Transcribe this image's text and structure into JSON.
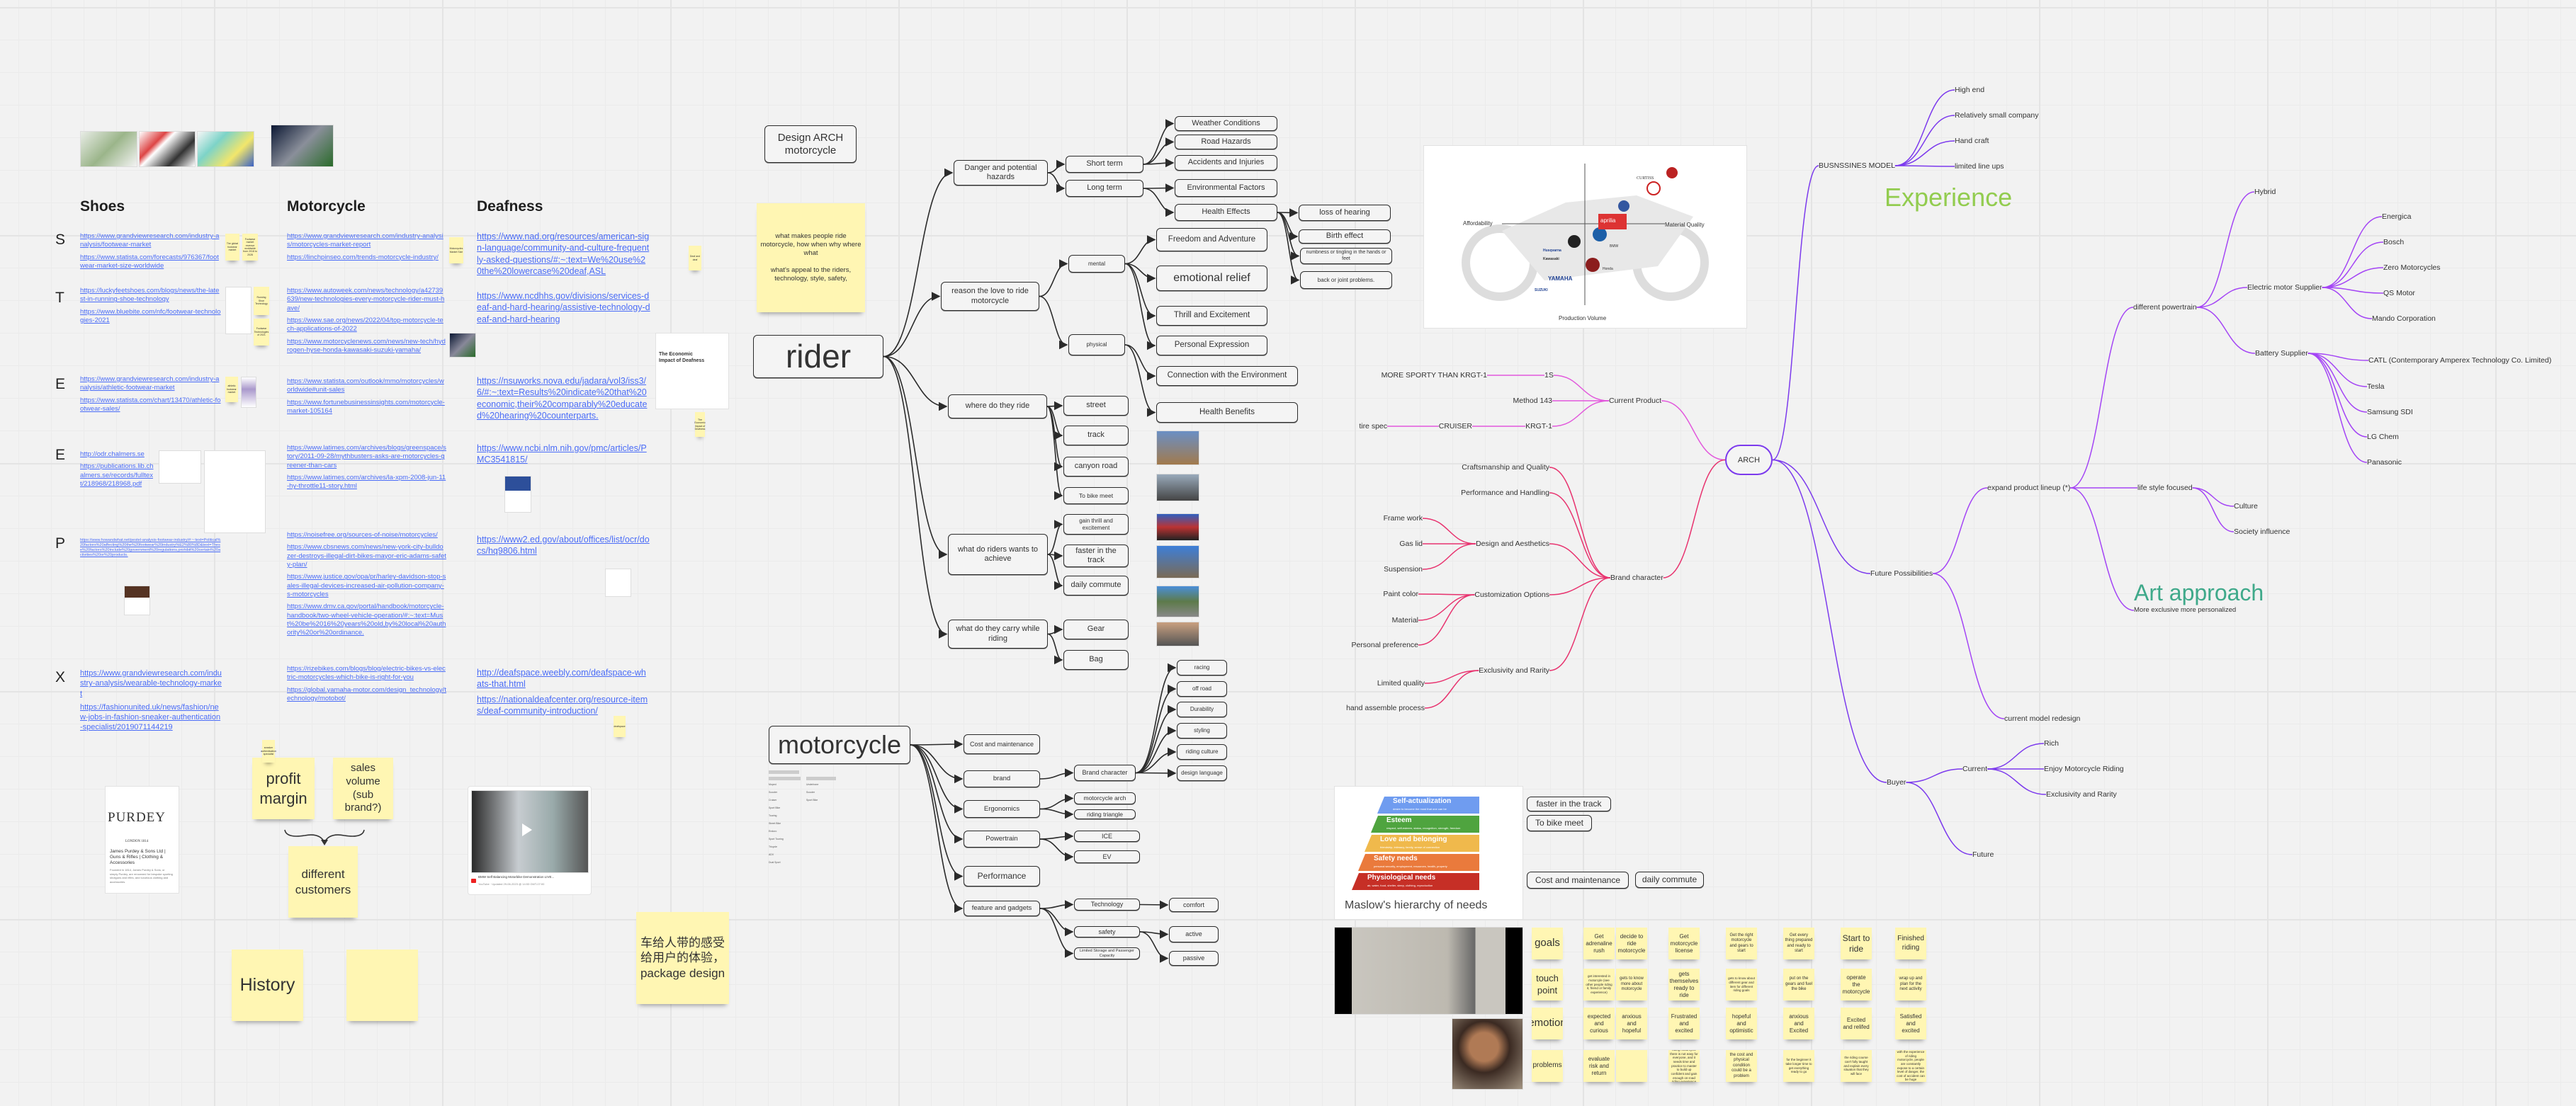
{
  "top_images": [
    "shoe-planter-photo",
    "sneaker-accessories-photo",
    "colorful-sneaker-photo",
    "hydrogen-motorcycle-photo"
  ],
  "research": {
    "row_letters": [
      "S",
      "T",
      "E",
      "E",
      "P",
      "X"
    ],
    "columns": [
      {
        "heading": "Shoes",
        "rows": [
          [
            "https://www.grandviewresearch.com/industry-analysis/footwear-market",
            "https://www.statista.com/forecasts/976367/footwear-market-size-worldwide"
          ],
          [
            "https://luckyfeetshoes.com/blogs/news/the-latest-in-running-shoe-technology",
            "https://www.bluebite.com/nfc/footwear-technologies-2021"
          ],
          [
            "https://www.grandviewresearch.com/industry-analysis/athletic-footwear-market",
            "https://www.statista.com/chart/13470/athletic-footwear-sales/"
          ],
          [
            "http://odr.chalmers.se",
            "https://publications.lib.chalmers.se/records/fulltext/218968/218968.pdf"
          ],
          [
            "https://www.howandwhat.net/pestel-analysis-footwear-industry/#:~:text=Political%20factors%20affecting%20the%20footwear%20industry%E2%80%8D&text=These%20factors%20include%20government%20regulations,prohibit%20certain%20activities%20or%20products."
          ],
          [
            "https://www.grandviewresearch.com/industry-analysis/wearable-technology-market",
            "https://fashionunited.uk/news/fashion/new-jobs-in-fashion-sneaker-authentication-specialist/2019071144219"
          ]
        ]
      },
      {
        "heading": "Motorcycle",
        "rows": [
          [
            "https://www.grandviewresearch.com/industry-analysis/motorcycles-market-report",
            "https://linchpinseo.com/trends-motorcycle-industry/"
          ],
          [
            "https://www.autoweek.com/news/technology/a42739639/new-technologies-every-motorcycle-rider-must-have/",
            "https://www.sae.org/news/2022/04/top-motorcycle-tech-applications-of-2022",
            "https://www.motorcyclenews.com/news/new-tech/hydrogen-hyse-honda-kawasaki-suzuki-yamaha/"
          ],
          [
            "https://www.statista.com/outlook/mmo/motorcycles/worldwide#unit-sales",
            "https://www.fortunebusinessinsights.com/motorcycle-market-105164"
          ],
          [
            "https://www.latimes.com/archives/blogs/greenspace/story/2011-09-28/mythbusters-asks-are-motorcycles-greener-than-cars",
            "https://www.latimes.com/archives/la-xpm-2008-jun-11-hy-throttle11-story.html"
          ],
          [
            "https://noisefree.org/sources-of-noise/motorcycles/",
            "https://www.cbsnews.com/news/new-york-city-bulldozer-destroys-illegal-dirt-bikes-mayor-eric-adams-safety-plan/",
            "https://www.justice.gov/opa/pr/harley-davidson-stop-sales-illegal-devices-increased-air-pollution-company-s-motorcycles",
            "https://www.dmv.ca.gov/portal/handbook/motorcycle-handbook/two-wheel-vehicle-operation/#:~:text=Must%20be%2016%20years%20old,by%20local%20authority%20or%20ordinance."
          ],
          [
            "https://rizebikes.com/blogs/blog/electric-bikes-vs-electric-motorcycles-which-bike-is-right-for-you",
            "https://global.yamaha-motor.com/design_technology/technology/motobot/"
          ]
        ]
      },
      {
        "heading": "Deafness",
        "rows": [
          [
            "https://www.nad.org/resources/american-sign-language/community-and-culture-frequently-asked-questions/#:~:text=We%20use%20the%20lowercase%20deaf,ASL"
          ],
          [
            "https://www.ncdhhs.gov/divisions/services-deaf-and-hard-hearing/assistive-technology-deaf-and-hard-hearing"
          ],
          [
            "https://nsuworks.nova.edu/jadara/vol3/iss3/6/#:~:text=Results%20indicate%20that%20economic,their%20comparably%20educated%20hearing%20counterparts."
          ],
          [
            "https://www.ncbi.nlm.nih.gov/pmc/articles/PMC3541815/"
          ],
          [
            "https://www2.ed.gov/about/offices/list/ocr/docs/hq9806.html"
          ],
          [
            "http://deafspace.weebly.com/deafspace-whats-that.html",
            "https://nationaldeafcenter.org/resource-items/deaf-community-introduction/"
          ]
        ]
      }
    ],
    "notes": [
      "The global footwear market",
      "Footwear market revenue worldwide from 2018 to 2028",
      "Running Shoe Technology",
      "Footwear Technologies of 2021",
      "athletic footwear market",
      "Motorcycles Market Size",
      "Deaf and deaf",
      "The Economic Impact of Deafness",
      "sneaker authentication specialist",
      "deafspace"
    ],
    "doc_title": "The Economic Impact of Deafness"
  },
  "stickies": {
    "rider_question": "what makes people ride motorcycle, how when why where what\n\nwhat's appeal to the riders, technology, style, safety,",
    "profit": "profit margin",
    "sales": "sales volume (sub brand?)",
    "customers": "different customers",
    "history": "History",
    "blank": "",
    "chinese": "车给人带的感受给用户的体验，package design"
  },
  "purdey": {
    "logo": "PURDEY",
    "sub": "LONDON 1814",
    "title": "James Purdey & Sons Ltd | Guns & Rifles | Clothing & Accessories",
    "desc": "Founded in 1814, James Purdey & Sons, or simply Purdey, are renowned for bespoke sporting shotguns and rifles, and luxurious clothing and accessories."
  },
  "video_card": {
    "title": "BMW Self Balancing Motorbike Demonstration LIVE...",
    "meta": "YouTube · Updated 29-06-2023 @ 14:53 GMT-07:00"
  },
  "rm": {
    "design": "Design ARCH motorcycle",
    "root": "rider",
    "danger": "Danger and potential hazards",
    "short": "Short term",
    "long": "Long term",
    "weather": "Weather Conditions",
    "road": "Road Hazards",
    "accidents": "Accidents and Injuries",
    "environmental": "Environmental Factors",
    "health_effects": "Health Effects",
    "loss": "loss of hearing",
    "birth": "Birth effect",
    "numbness": "numbness or tingling in the hands or feet",
    "back": "back or joint problems.",
    "reason": "reason the love to ride motorcycle",
    "mental": "mental",
    "physical": "physical",
    "freedom": "Freedom and Adventure",
    "emotional": "emotional relief",
    "thrill": "Thrill and Excitement",
    "expression": "Personal Expression",
    "connection": "Connection with the Environment",
    "benefits": "Health Benefits",
    "where": "where do they ride",
    "street": "street",
    "track": "track",
    "canyon": "canyon road",
    "bikemeet": "To bike meet",
    "achieve": "what do riders wants to achieve",
    "gain": "gain thrill and excitement",
    "faster": "faster in the track",
    "daily": "daily commute",
    "carry": "what do they carry while riding",
    "gear": "Gear",
    "bag": "Bag"
  },
  "mm": {
    "root": "motorcycle",
    "cost": "Cost and maintenance",
    "brand": "brand",
    "ergonomics": "Ergonomics",
    "powertrain": "Powertrain",
    "performance": "Performance",
    "feature": "feature and gadgets",
    "brand_character": "Brand character",
    "racing": "racing",
    "offroad": "off road",
    "durability": "Durability",
    "styling": "styling",
    "culture": "riding culture",
    "language": "design language",
    "arch": "motorcycle arch",
    "triangle": "riding triangle",
    "ice": "ICE",
    "ev": "EV",
    "technology": "Technology",
    "safety": "safety",
    "storage": "Limited Storage and Passenger Capacity",
    "comfort": "comfort",
    "active": "active",
    "passive": "passive",
    "types_a": [
      "Moped",
      "Scooter",
      "Cruiser",
      "Sport Bike",
      "Touring",
      "Street Bike",
      "Enduro",
      "Sport Touring",
      "Tricycle",
      "ADV",
      "Dual Sport"
    ],
    "types_b": [
      "Underbone",
      "Scooter",
      "Sport Bike"
    ]
  },
  "extra": {
    "faster": "faster in the track",
    "bikemeet": "To bike meet",
    "cost": "Cost and maintenance",
    "daily": "daily commute"
  },
  "positioning": {
    "left": "Affordability",
    "right": "Material Quality",
    "bottom": "Production Volume",
    "brands": [
      "CURTISS",
      "YAMAHA",
      "SUZUKI",
      "aprilia",
      "BMW",
      "Honda",
      "Husqvarna",
      "Kawasaki"
    ]
  },
  "arch": {
    "root": "ARCH",
    "bm": "BUSNSSINES MODEL",
    "high": "High end",
    "small": "Relatively small company",
    "hand_craft": "Hand craft",
    "limited_line": "limited line ups",
    "experience": "Experience",
    "cp": "Current Product",
    "p15": "1S",
    "method": "Method 143",
    "krgt": "KRGT-1",
    "sporty": "MORE SPORTY THAN KRGT-1",
    "cruiser": "CRUISER",
    "tire": "tire spec",
    "bc": "Brand character",
    "craft": "Craftsmanship and Quality",
    "perf": "Performance and Handling",
    "design": "Design and Aesthetics",
    "custom": "Customization Options",
    "excl": "Exclusivity and Rarity",
    "frame": "Frame work",
    "gas": "Gas lid",
    "susp": "Suspension",
    "paint": "Paint color",
    "material": "Material",
    "pref": "Personal preference",
    "limited": "Limited quality",
    "hand": "hand assemble process",
    "fp": "Future Possibilities",
    "epl": "expand product lineup (*)",
    "cmr": "current model redesign",
    "dp": "different powertrain",
    "hybrid": "Hybrid",
    "ems": "Electric motor Supplier",
    "bs": "Battery Supplier",
    "energica": "Energica",
    "bosch": "Bosch",
    "zero": "Zero Motorcycles",
    "qs": "QS Motor",
    "mando": "Mando Corporation",
    "catl": "CATL (Contemporary Amperex Technology Co. Limited)",
    "tesla": "Tesla",
    "samsung": "Samsung SDI",
    "lg": "LG Chem",
    "panasonic": "Panasonic",
    "lsf": "life style focused",
    "culture": "Culture",
    "society": "Society influence",
    "art": "Art approach",
    "art_sub": "More exclusive more personalized",
    "buyer": "Buyer",
    "current": "Current",
    "future": "Future",
    "rich": "Rich",
    "enjoy": "Enjoy Motorcycle Riding",
    "excl2": "Exclusivity and Rarity"
  },
  "maslow": {
    "title": "Maslow's hierarchy of needs",
    "levels": [
      {
        "name": "Self-actualization",
        "desc": "desire to become the most that one can be",
        "color": "#6f9cf0"
      },
      {
        "name": "Esteem",
        "desc": "respect, self-esteem, status, recognition, strength, freedom",
        "color": "#4fa43f"
      },
      {
        "name": "Love and belonging",
        "desc": "friendship, intimacy, family, sense of connection",
        "color": "#f0b94c"
      },
      {
        "name": "Safety needs",
        "desc": "personal security, employment, resources, health, property",
        "color": "#ea7a3c"
      },
      {
        "name": "Physiological needs",
        "desc": "air, water, food, shelter, sleep, clothing, reproduction",
        "color": "#c62f26"
      }
    ]
  },
  "journey": [
    [
      "goals",
      "Get adrenaline rush",
      "decide to ride motorcycle",
      "Get motorcycle license",
      "Get the right motorcycle and gears to start",
      "Get every thing prepared and ready to start",
      "Start to ride",
      "Finished riding"
    ],
    [
      "touch point",
      "get interested in motorcyle (see other people riding it, friend or family experience)",
      "gets to know more about motorcycle",
      "gets themselves ready to ride",
      "gets to know about different gear and item for different riding goals",
      "put on the gears and fuel the bike",
      "operate the motorcycle",
      "wrap up and plan for the next activity"
    ],
    [
      "emotion",
      "expected and curious",
      "anxious and hopeful",
      "Frustrated and excited",
      "hopeful and optimistic",
      "anxious and Excited",
      "Excited and relifed",
      "Satisfied and excited"
    ],
    [
      "problems",
      "evaluate risk and return",
      "",
      "riding motorcycle there is not easy for everyone, and it needs time and practice to master to build up confident and gain enough on-road riding experience",
      "the cost and physical condition could be a problem",
      "for the beginner it take longer time to get everything ready to go",
      "the riding course can't fully taught and explain every situation that they will face",
      "with the experience of riding motorcycle, people are constantly expose to a certain level of danger, the cost of accident can be huge"
    ]
  ],
  "colors": {
    "sticky": "#fff6b3",
    "link": "#4a6cf7",
    "current_product": "#e257dc",
    "brand_character": "#e8336f",
    "purple": "#7c3aed",
    "experience": "#92cc4f",
    "art": "#3fa98a"
  }
}
